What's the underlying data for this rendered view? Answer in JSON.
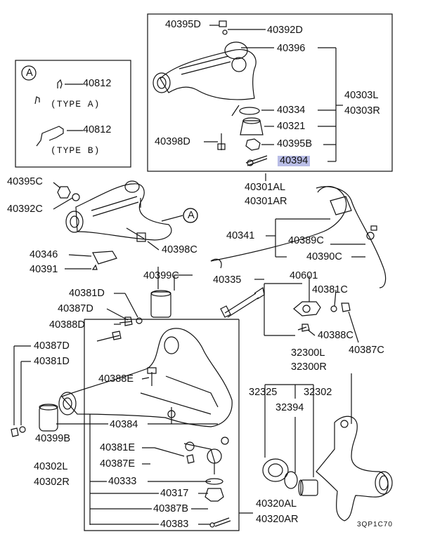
{
  "diagram": {
    "code": "3QP1C70",
    "typeA": {
      "circle_letter": "A",
      "part": "40812",
      "type_a_label": "(TYPE A)",
      "type_b_label": "(TYPE B)"
    },
    "labels": {
      "p40395D": "40395D",
      "p40392D": "40392D",
      "p40396": "40396",
      "p40303L": "40303L",
      "p40303R": "40303R",
      "p40334": "40334",
      "p40321": "40321",
      "p40398D": "40398D",
      "p40395B": "40395B",
      "p40394": "40394",
      "p40301AL": "40301AL",
      "p40301AR": "40301AR",
      "p40395C": "40395C",
      "p40392C": "40392C",
      "p40398C": "40398C",
      "p40341": "40341",
      "p40389C": "40389C",
      "p40390C": "40390C",
      "p40346": "40346",
      "p40391": "40391",
      "p40399C": "40399C",
      "p40601": "40601",
      "p40335": "40335",
      "p40381C": "40381C",
      "p40381D_top": "40381D",
      "p40387D_top": "40387D",
      "p40388D": "40388D",
      "p40388C": "40388C",
      "p40387C": "40387C",
      "p40387D_left": "40387D",
      "p40381D_left": "40381D",
      "p40388E": "40388E",
      "p32300L": "32300L",
      "p32300R": "32300R",
      "p32325": "32325",
      "p32302": "32302",
      "p32394": "32394",
      "p40399B": "40399B",
      "p40384": "40384",
      "p40381E": "40381E",
      "p40387E": "40387E",
      "p40302L": "40302L",
      "p40302R": "40302R",
      "p40333": "40333",
      "p40317": "40317",
      "p40387B": "40387B",
      "p40383": "40383",
      "p40320AL": "40320AL",
      "p40320AR": "40320AR"
    }
  }
}
